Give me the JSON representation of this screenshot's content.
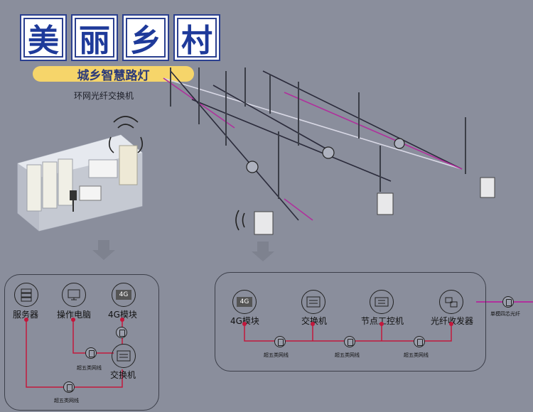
{
  "title_chars": [
    "美",
    "丽",
    "乡",
    "村"
  ],
  "subtitle": "城乡智慧路灯",
  "ring_switch_label": "环网光纤交换机",
  "left_panel": {
    "server": "服务器",
    "operator_pc": "操作电脑",
    "module_4g": "4G模块",
    "switch": "交换机",
    "cable_top": "超五类网线",
    "cable_bottom": "超五类网线",
    "icon_4g_text": "4G"
  },
  "right_panel": {
    "module_4g": "4G模块",
    "switch": "交换机",
    "node_controller": "节点工控机",
    "fiber_transceiver": "光纤收发器",
    "cable_1": "超五类网线",
    "cable_2": "超五类网线",
    "cable_3": "超五类网线",
    "icon_4g_text": "4G"
  },
  "fiber_label": "单模四芯光纤",
  "colors": {
    "background": "#8a8e9c",
    "title_blue": "#1e3a9a",
    "subtitle_bg": "#f6d56a",
    "network_line": "#c2183c",
    "fiber_line": "#b0309c"
  }
}
